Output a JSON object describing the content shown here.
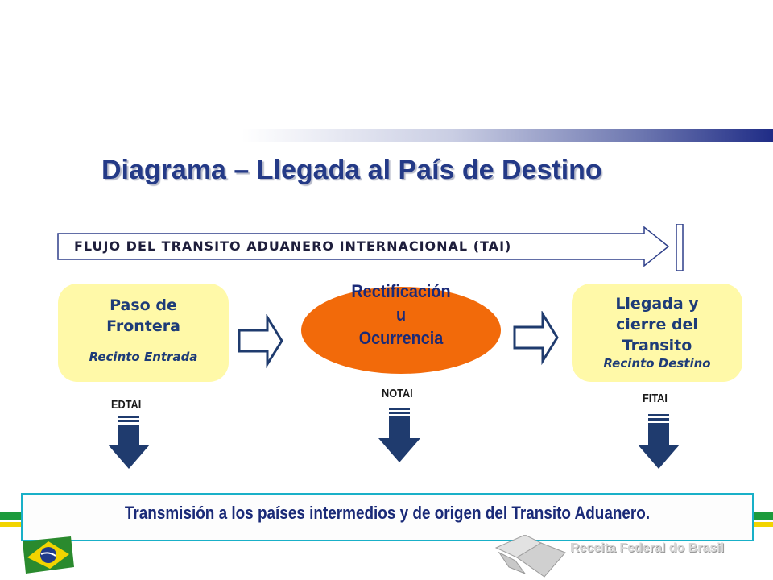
{
  "title": "Diagrama – Llegada al País de Destino",
  "flow_label": "FLUJO DEL TRANSITO ADUANERO INTERNACIONAL (TAI)",
  "nodes": {
    "left": {
      "title_line1": "Paso de",
      "title_line2": "Frontera",
      "subtitle": "Recinto Entrada",
      "code": "EDTAI"
    },
    "center": {
      "line1": "Rectificación",
      "line2": "u",
      "line3": "Ocurrencia",
      "code": "NOTAI"
    },
    "right": {
      "title_line1": "Llegada y",
      "title_line2": "cierre del",
      "title_line3": "Transito",
      "subtitle": "Recinto Destino",
      "code": "FITAI"
    }
  },
  "banner": "Transmisión a los países intermedios y de origen del Transito Aduanero.",
  "footer": "Receita Federal do Brasil",
  "colors": {
    "title": "#243a87",
    "box_fill": "#fff9a8",
    "ellipse_fill": "#f26a0a",
    "down_arrow": "#1f3b6e",
    "banner_border": "#19b0c8"
  }
}
